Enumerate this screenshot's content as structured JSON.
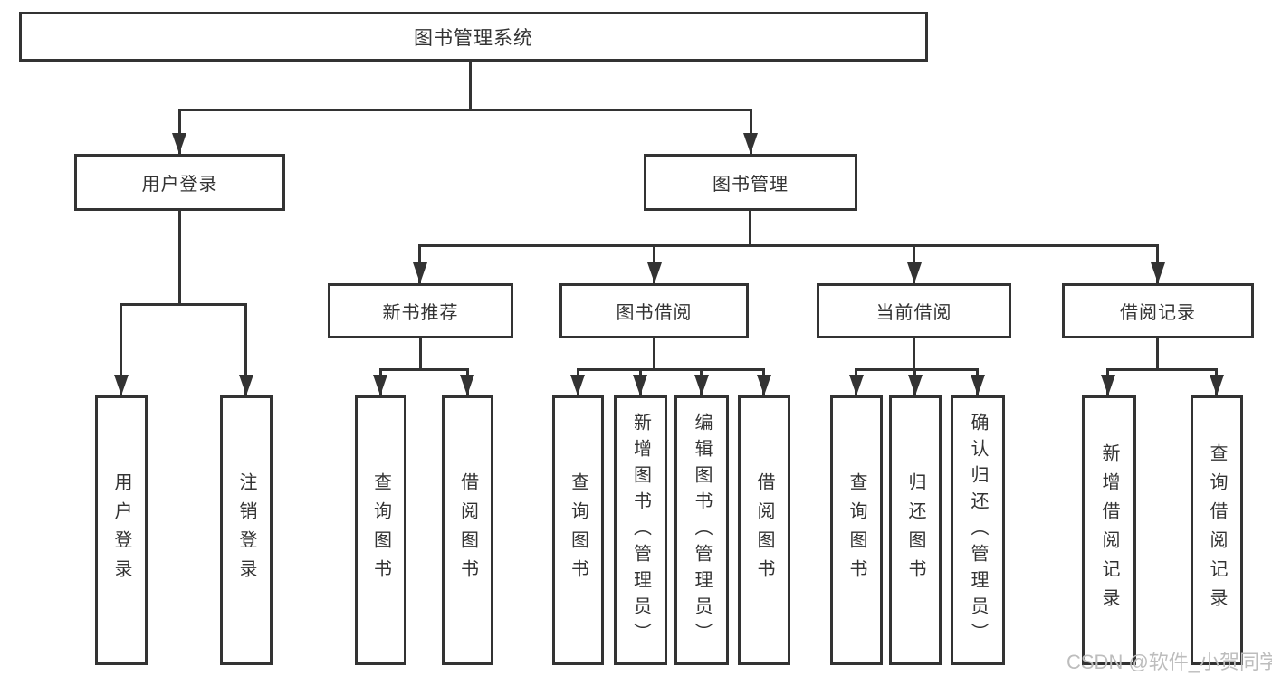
{
  "tree": {
    "label": "图书管理系统",
    "children": [
      {
        "label": "用户登录",
        "children": [
          {
            "label": "用户登录"
          },
          {
            "label": "注销登录"
          }
        ]
      },
      {
        "label": "图书管理",
        "children": [
          {
            "label": "新书推荐",
            "children": [
              {
                "label": "查询图书"
              },
              {
                "label": "借阅图书"
              }
            ]
          },
          {
            "label": "图书借阅",
            "children": [
              {
                "label": "查询图书"
              },
              {
                "label": "新增图书（管理员）"
              },
              {
                "label": "编辑图书（管理员）"
              },
              {
                "label": "借阅图书"
              }
            ]
          },
          {
            "label": "当前借阅",
            "children": [
              {
                "label": "查询图书"
              },
              {
                "label": "归还图书"
              },
              {
                "label": "确认归还（管理员）"
              }
            ]
          },
          {
            "label": "借阅记录",
            "children": [
              {
                "label": "新增借阅记录"
              },
              {
                "label": "查询借阅记录"
              }
            ]
          }
        ]
      }
    ]
  },
  "watermark": "CSDN @软件_小贺同学",
  "colors": {
    "line": "#333333",
    "box_fill": "#ffffff",
    "text": "#333333",
    "watermark": "#bdbdbd",
    "background": "#ffffff"
  }
}
